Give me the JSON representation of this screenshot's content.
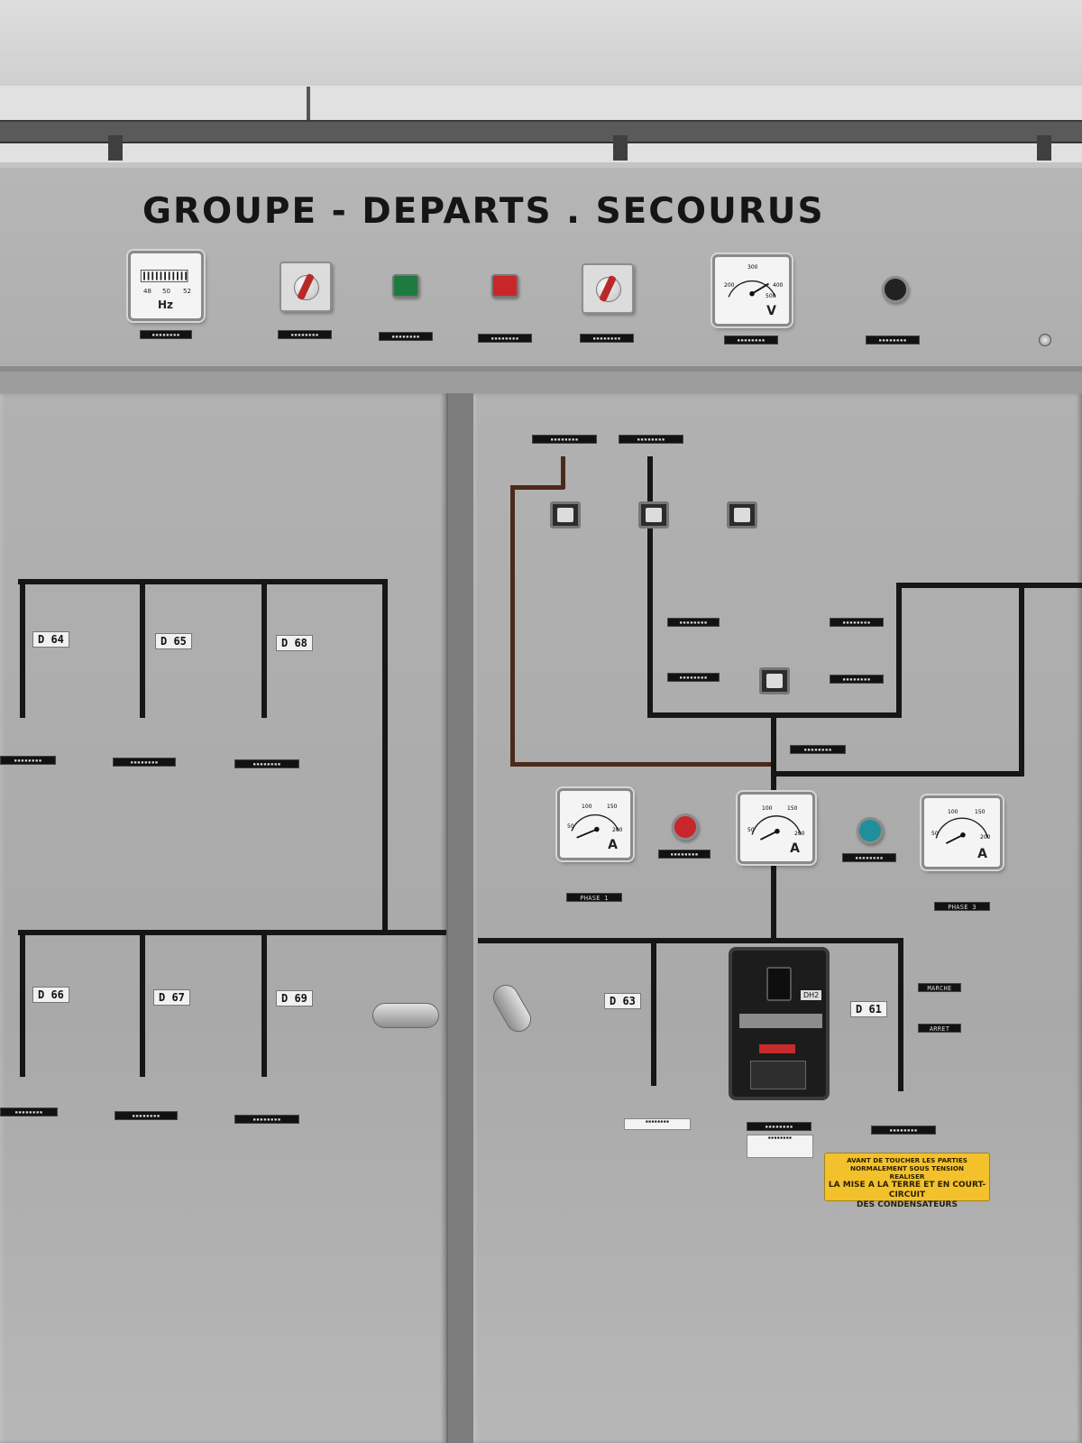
{
  "cabinet": {
    "title": "GROUPE - DEPARTS . SECOURUS"
  },
  "instruments": {
    "frequency_meter": {
      "unit": "Hz",
      "ticks": [
        "48",
        "50",
        "52"
      ]
    },
    "voltmeter": {
      "unit": "V",
      "ticks": [
        "200",
        "300",
        "400",
        "500"
      ]
    },
    "ammeters": [
      {
        "unit": "A",
        "ticks": [
          "50",
          "100",
          "150",
          "200"
        ]
      },
      {
        "unit": "A",
        "ticks": [
          "50",
          "100",
          "150",
          "200"
        ]
      },
      {
        "unit": "A",
        "ticks": [
          "50",
          "100",
          "150",
          "200"
        ]
      }
    ]
  },
  "phase_labels": {
    "phase1": "PHASE 1",
    "phase3": "PHASE 3"
  },
  "feeders": {
    "left_top": [
      "D 64",
      "D 65",
      "D 68"
    ],
    "left_bottom": [
      "D 66",
      "D 67",
      "D 69"
    ],
    "right_bottom": [
      "D 63",
      "D 61"
    ]
  },
  "controls": {
    "marche": "MARCHE",
    "arret": "ARRET"
  },
  "breaker": {
    "code": "DH2"
  },
  "warning": {
    "line1": "AVANT DE TOUCHER LES PARTIES",
    "line2": "NORMALEMENT SOUS TENSION",
    "line3": "REALISER",
    "line4": "LA MISE A LA TERRE ET EN COURT-CIRCUIT",
    "line5": "DES CONDENSATEURS"
  },
  "colors": {
    "panel": "#aeaeae",
    "mimic_line": "#161616",
    "lamp_green": "#1f7a3f",
    "lamp_red": "#c8262a",
    "lamp_teal": "#1e8f9b",
    "warning": "#f2c12c"
  }
}
